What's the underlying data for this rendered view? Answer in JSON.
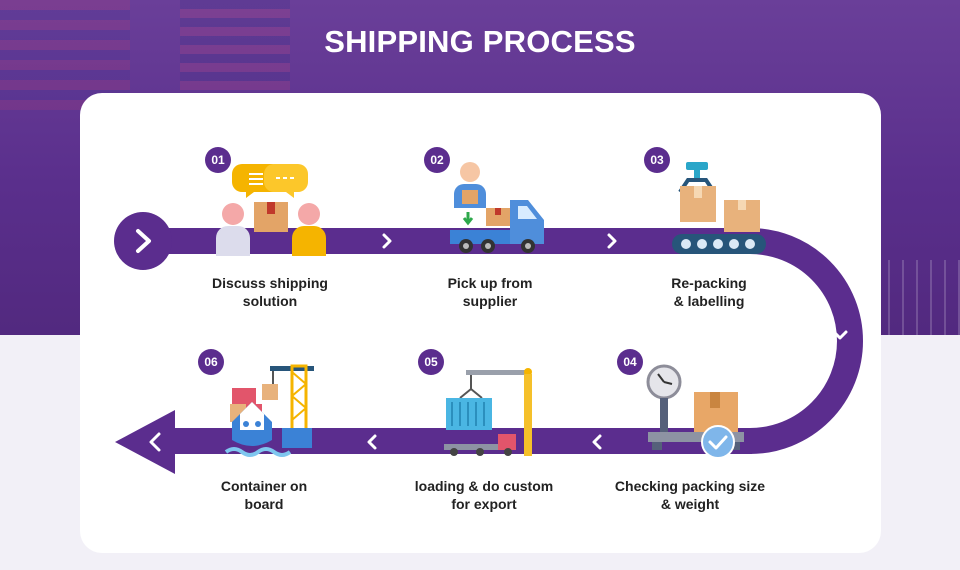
{
  "title": "SHIPPING PROCESS",
  "colors": {
    "track": "#5b2d8e",
    "background": "#5a2f8c",
    "card": "#ffffff"
  },
  "steps": [
    {
      "number": "01",
      "line1": "Discuss shipping",
      "line2": "solution",
      "icon": "discussion-icon"
    },
    {
      "number": "02",
      "line1": "Pick up from",
      "line2": "supplier",
      "icon": "pickup-truck-icon"
    },
    {
      "number": "03",
      "line1": "Re-packing",
      "line2": "& labelling",
      "icon": "conveyor-packing-icon"
    },
    {
      "number": "04",
      "line1": "Checking packing size",
      "line2": "& weight",
      "icon": "weighing-scale-icon"
    },
    {
      "number": "05",
      "line1": "loading & do custom",
      "line2": "for export",
      "icon": "crane-loading-icon"
    },
    {
      "number": "06",
      "line1": "Container on",
      "line2": "board",
      "icon": "cargo-ship-icon"
    }
  ]
}
